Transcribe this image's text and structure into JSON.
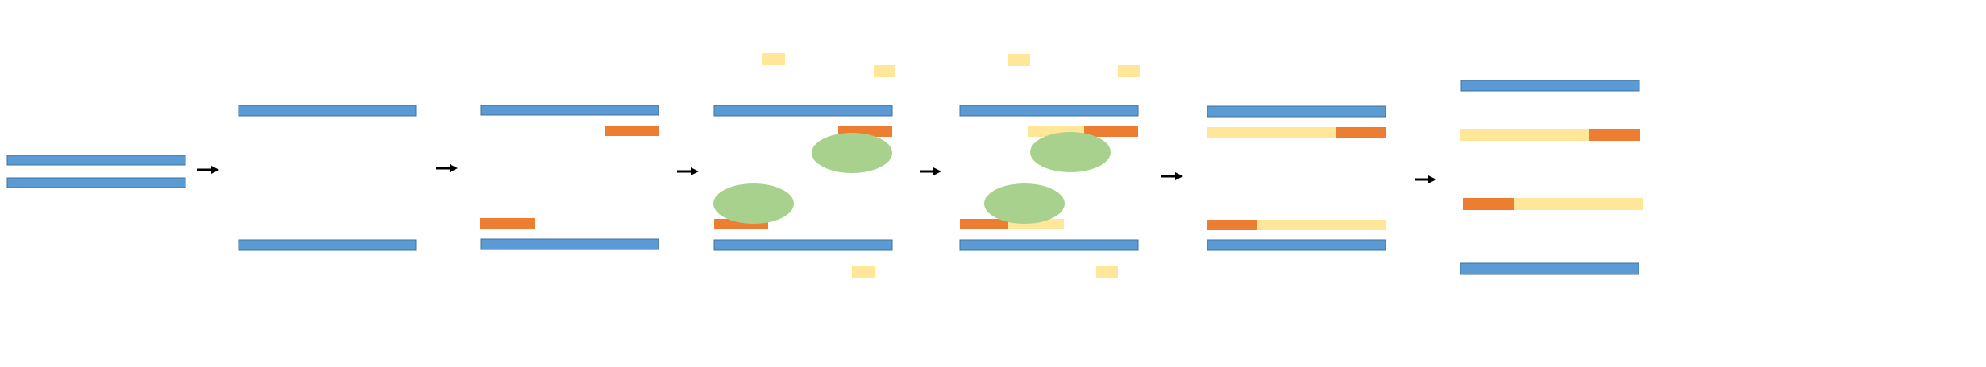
{
  "colors": {
    "template_strand": "#5b9bd5",
    "template_stroke": "#41719c",
    "primer": "#ed7d31",
    "nucleotide": "#ffe699",
    "polymerase": "#a9d18e",
    "arrow": "#000000"
  },
  "diagram": {
    "kind": "PCR cycle schematic",
    "stages": [
      {
        "id": "double-stranded-template",
        "elements": [
          "template-strand-top",
          "template-strand-bottom"
        ]
      },
      {
        "id": "denatured-strands",
        "elements": [
          "template-strand-top",
          "template-strand-bottom"
        ]
      },
      {
        "id": "primers-annealed",
        "elements": [
          "template-strand-top",
          "primer-reverse",
          "primer-forward",
          "template-strand-bottom"
        ]
      },
      {
        "id": "polymerase-bound",
        "elements": [
          "template-strand-top",
          "primer-reverse",
          "primer-forward",
          "template-strand-bottom",
          "polymerase-top",
          "polymerase-bottom",
          "free-nucleotides"
        ]
      },
      {
        "id": "extension-in-progress",
        "elements": [
          "template-strand-top",
          "primer-reverse",
          "primer-forward",
          "template-strand-bottom",
          "polymerase-top",
          "polymerase-bottom",
          "free-nucleotides",
          "new-strands-partial"
        ]
      },
      {
        "id": "extension-complete",
        "elements": [
          "template-strand-top",
          "new-strand-top",
          "new-strand-bottom",
          "template-strand-bottom"
        ]
      },
      {
        "id": "two-copies",
        "elements": [
          "template-strand-top",
          "new-strand-top",
          "new-strand-bottom",
          "template-strand-bottom"
        ]
      }
    ],
    "arrows": 6
  }
}
